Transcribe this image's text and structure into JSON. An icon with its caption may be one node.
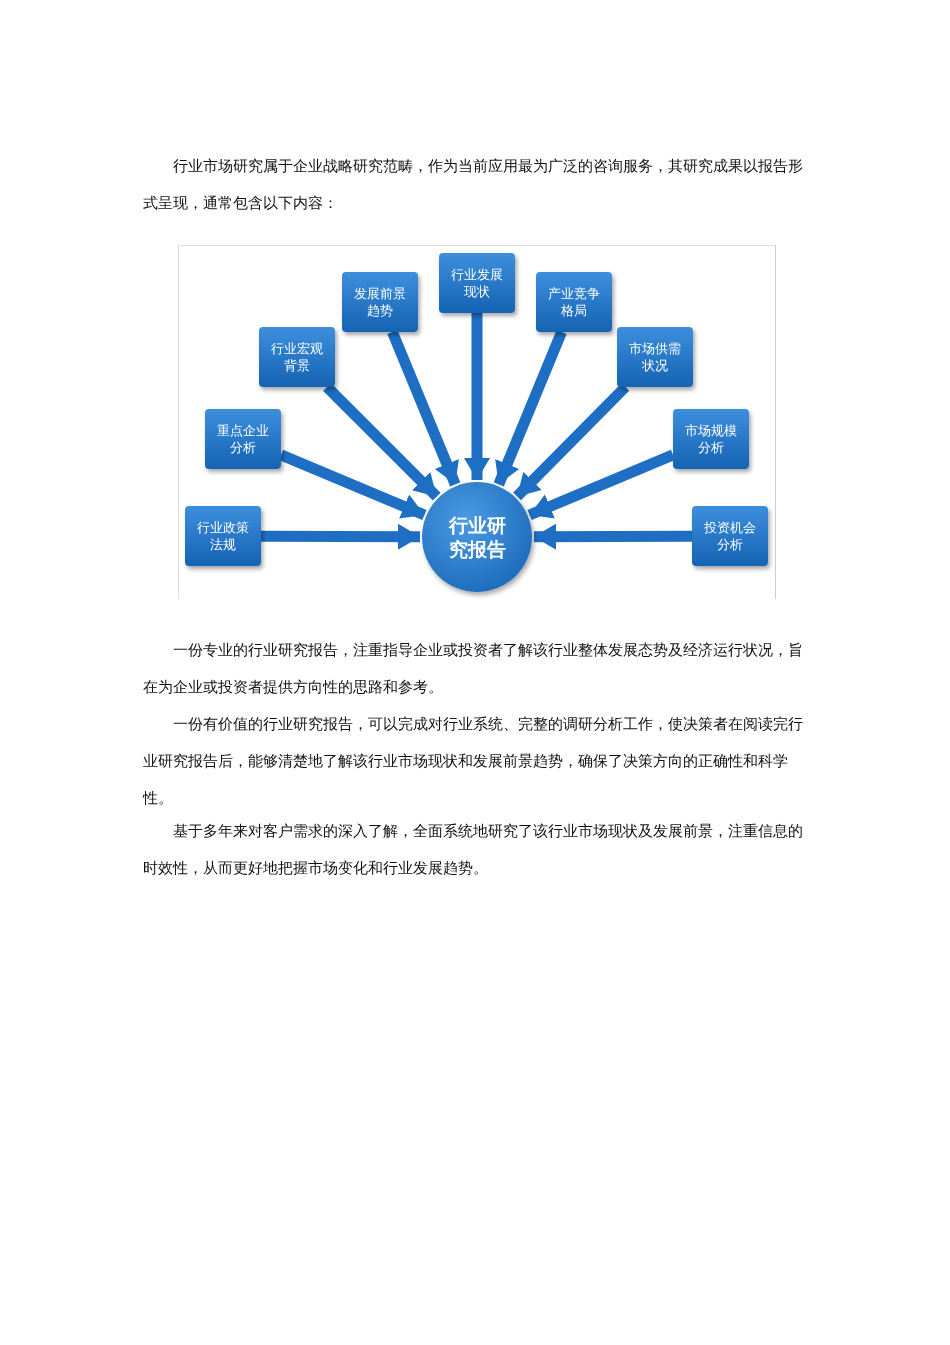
{
  "diagram": {
    "nodes": [
      {
        "text": [
          "行业政策法规"
        ]
      },
      {
        "text": [
          "重点企业分析"
        ]
      },
      {
        "text": [
          "行业宏观背景"
        ]
      },
      {
        "text": [
          "发展前景趋势"
        ]
      },
      {
        "text": [
          "行业发展现状"
        ]
      },
      {
        "text": [
          "产业竞争格局"
        ]
      },
      {
        "text": [
          "市场供需状况"
        ]
      },
      {
        "text": [
          "市场规模分析"
        ]
      },
      {
        "text": [
          "投资机会分析"
        ]
      },
      {
        "text": [
          "行业研究报告"
        ]
      }
    ],
    "edges": [
      {
        "from": 0,
        "to": 9,
        "arrow": "to"
      },
      {
        "from": 1,
        "to": 9,
        "arrow": "to"
      },
      {
        "from": 2,
        "to": 9,
        "arrow": "to"
      },
      {
        "from": 3,
        "to": 9,
        "arrow": "to"
      },
      {
        "from": 4,
        "to": 9,
        "arrow": "to"
      },
      {
        "from": 5,
        "to": 9,
        "arrow": "to"
      },
      {
        "from": 6,
        "to": 9,
        "arrow": "to"
      },
      {
        "from": 7,
        "to": 9,
        "arrow": "to"
      },
      {
        "from": 8,
        "to": 9,
        "arrow": "to"
      }
    ],
    "labels": [
      "行业市场研究属于企业战略研究范畴，作为当前应用最为广泛的咨询服务，其研究成果以报告形式呈现，通常包含以下内容：",
      "一份专业的行业研究报告，注重指导企业或投资者了解该行业整体发展态势及经济运行状况，旨在为企业或投资者提供方向性的思路和参考。",
      "一份有价值的行业研究报告，可以完成对行业系统、完整的调研分析工作，使决策者在阅读完行业研究报告后，能够清楚地了解该行业市场现状和发展前景趋势，确保了决策方向的正确性和科学性。",
      "基于多年来对客户需求的深入了解，全面系统地研究了该行业市场现状及发展前景，注重信息的时效性，从而更好地把握市场变化和行业发展趋势。"
    ]
  }
}
